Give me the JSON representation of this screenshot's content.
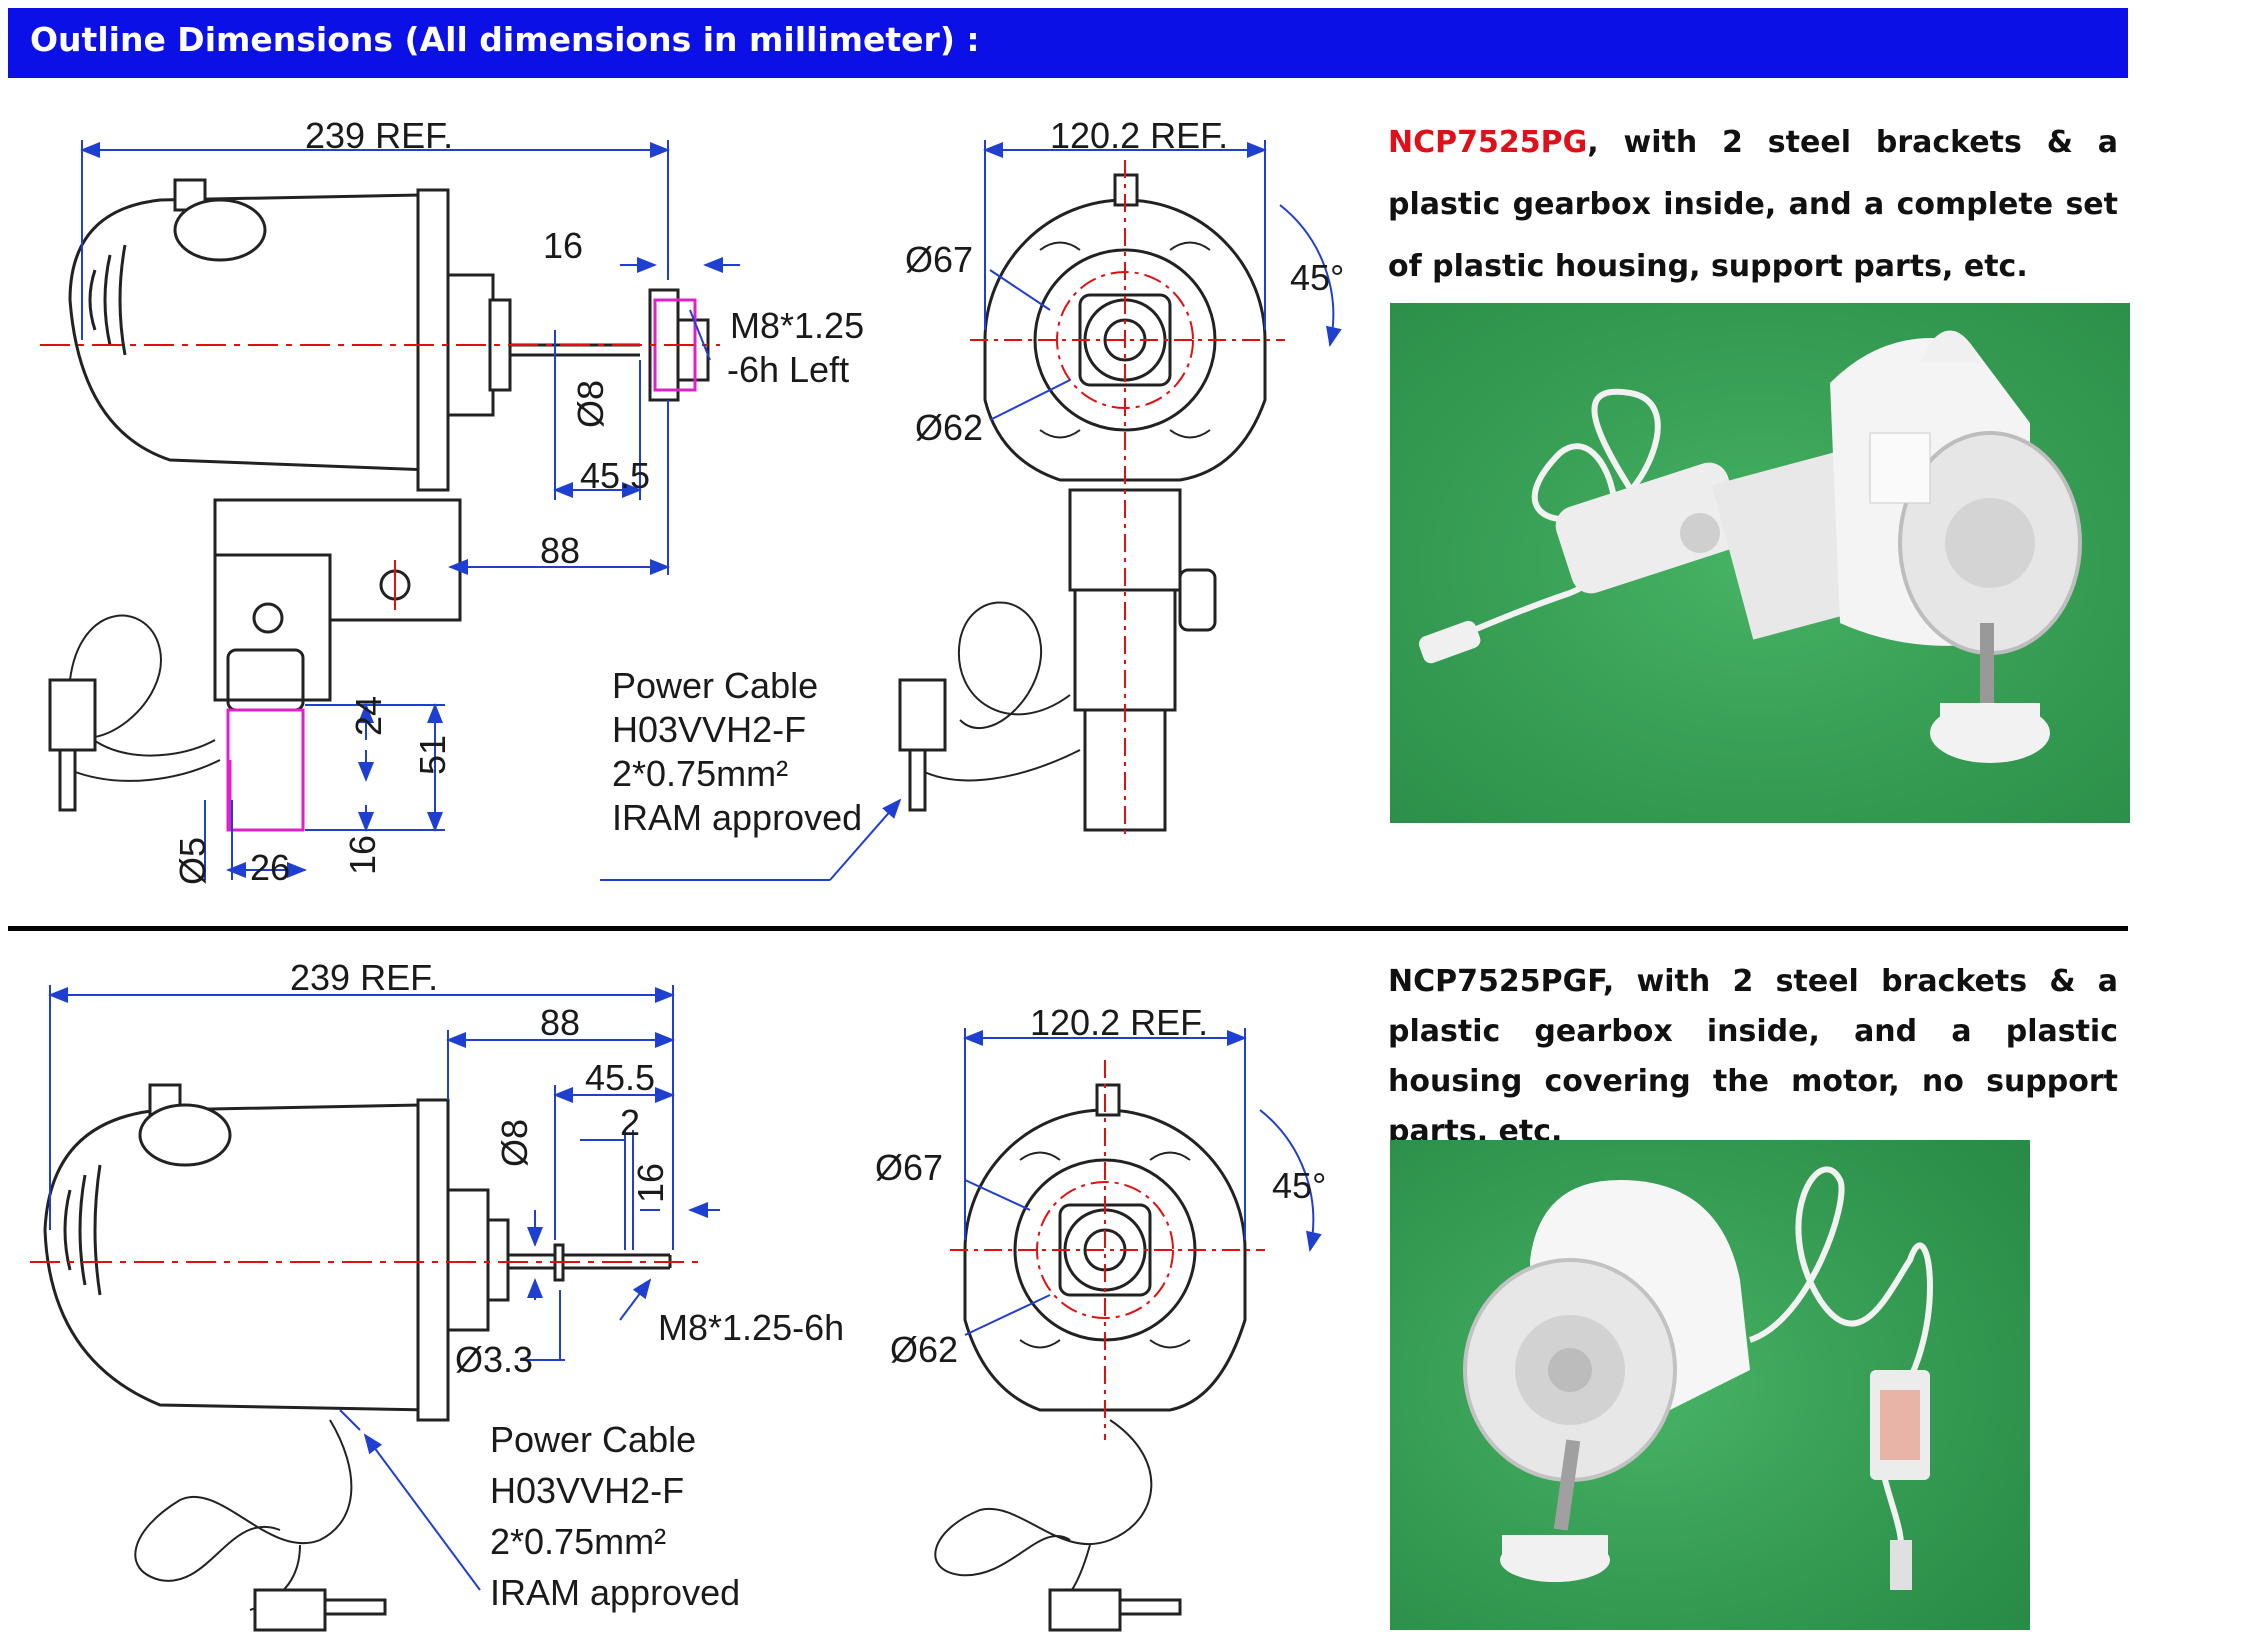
{
  "header": {
    "title": "Outline Dimensions (All dimensions in millimeter) :"
  },
  "section1": {
    "model": "NCP7525PG",
    "model_color": "#e0101a",
    "description": ", with 2 steel brackets & a plastic gearbox inside, and a complete set of plastic housing, support parts, etc.",
    "side_view_dims": {
      "overall": "239 REF.",
      "d16": "16",
      "thread": "M8*1.25",
      "thread2": "-6h Left",
      "shaft_dia": "Ø8",
      "d45": "45.5",
      "d88": "88",
      "d24": "24",
      "d51": "51",
      "d5": "Ø5",
      "d26": "26",
      "d16b": "16"
    },
    "front_view_dims": {
      "width": "120.2 REF.",
      "d67": "Ø67",
      "d62": "Ø62",
      "angle": "45°"
    },
    "cable_note": [
      "Power Cable",
      "H03VVH2-F",
      "2*0.75mm²",
      "IRAM approved"
    ]
  },
  "section2": {
    "model": "NCP7525PGF,",
    "description": " with 2 steel brackets & a plastic gearbox inside, and a plastic housing covering the motor, no support parts, etc.",
    "side_view_dims": {
      "overall": "239 REF.",
      "d88": "88",
      "d45": "45.5",
      "d2": "2",
      "d16": "16",
      "shaft_dia": "Ø8",
      "thread": "M8*1.25-6h",
      "d33": "Ø3.3"
    },
    "front_view_dims": {
      "width": "120.2 REF.",
      "d67": "Ø67",
      "d62": "Ø62",
      "angle": "45°"
    },
    "cable_note": [
      "Power Cable",
      "H03VVH2-F",
      "2*0.75mm²",
      "IRAM approved"
    ]
  },
  "colors": {
    "header_bg": "#0a10e6",
    "dim_line": "#1f3fd0",
    "center_line": "#e01010",
    "highlight": "#e020c8"
  }
}
